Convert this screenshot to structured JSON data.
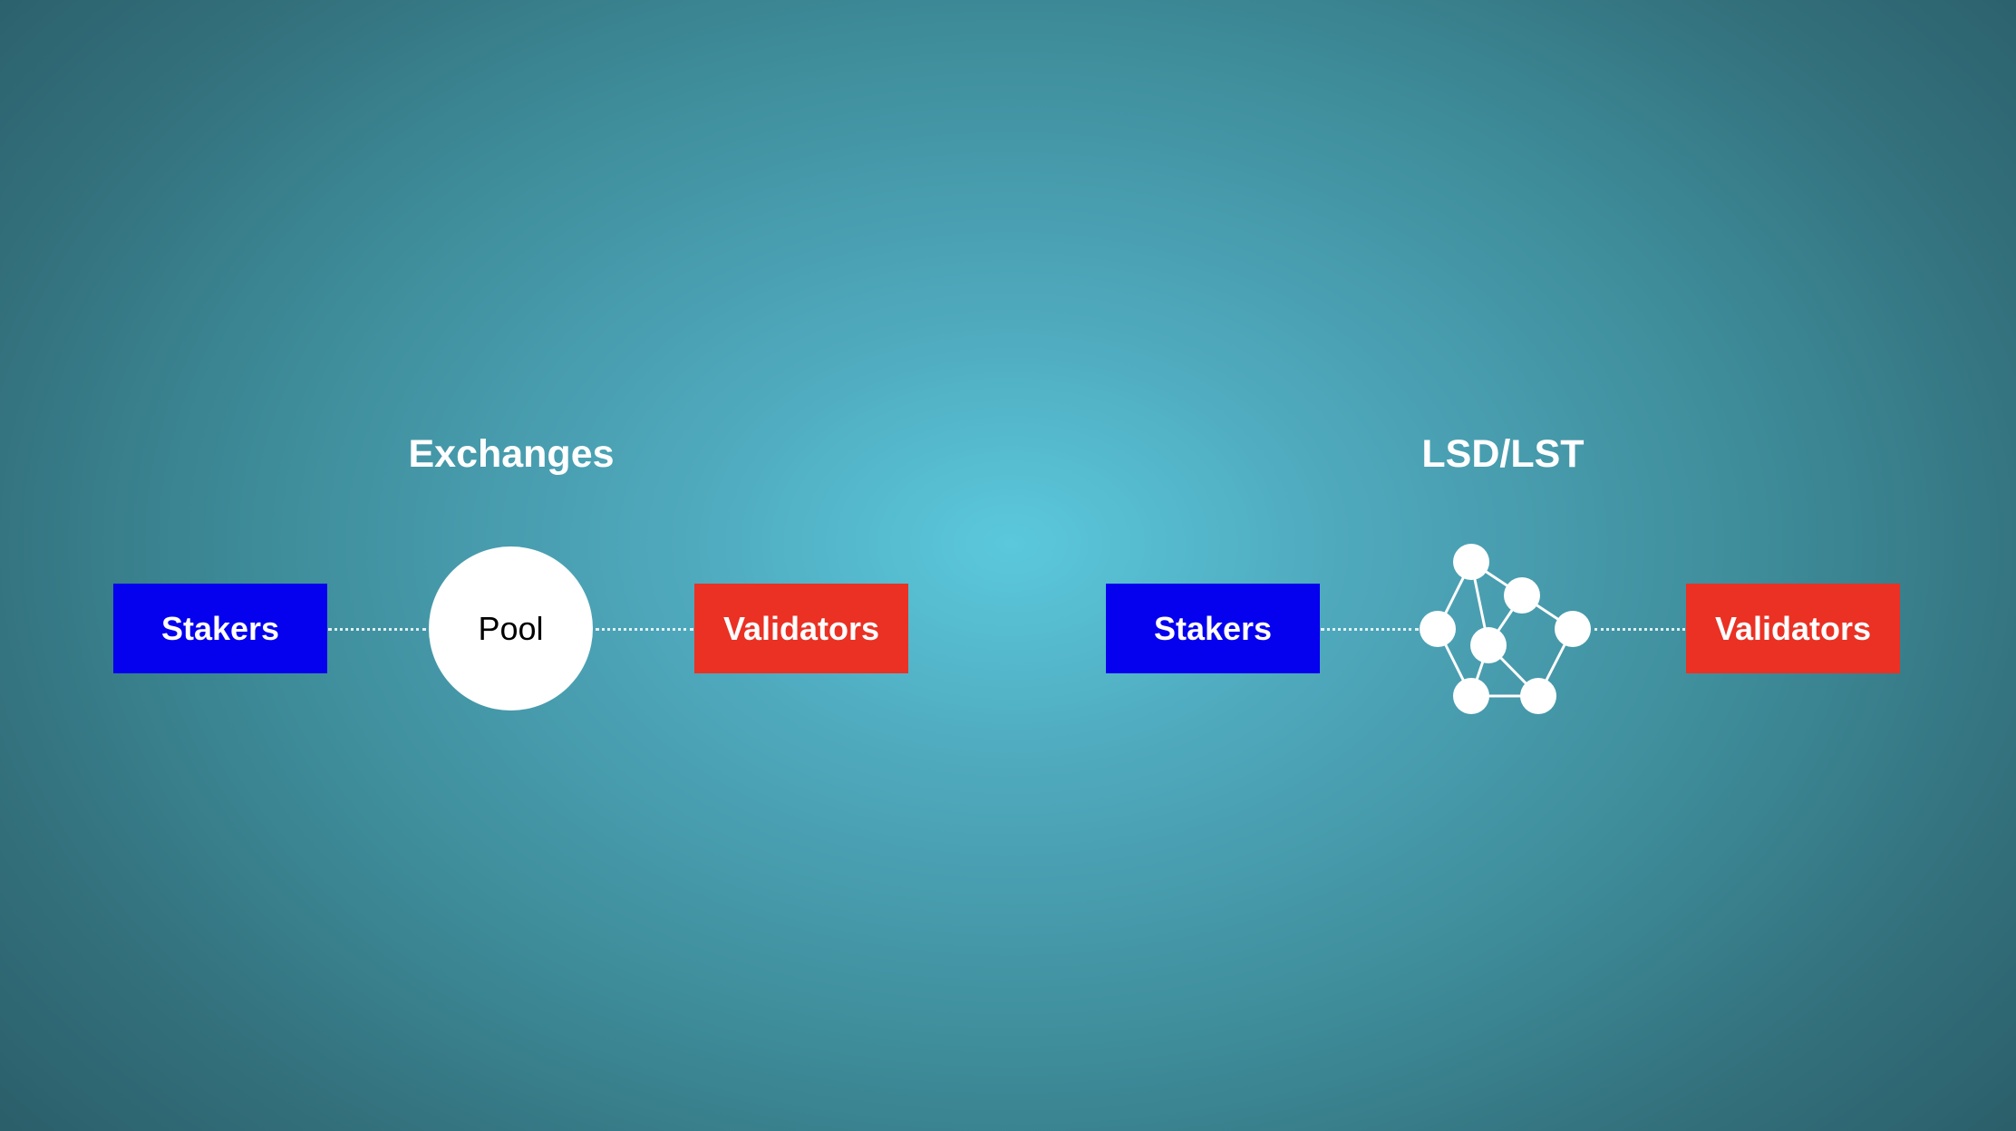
{
  "exchanges": {
    "title": "Exchanges",
    "stakers_label": "Stakers",
    "pool_label": "Pool",
    "validators_label": "Validators"
  },
  "lsd": {
    "title": "LSD/LST",
    "stakers_label": "Stakers",
    "validators_label": "Validators",
    "network_icon": "node-network-icon"
  },
  "colors": {
    "stakers": "#0500ee",
    "validators": "#ea3124",
    "pool": "#ffffff",
    "background_center": "#5bc8dc",
    "background_edge": "#2b5f6a"
  }
}
